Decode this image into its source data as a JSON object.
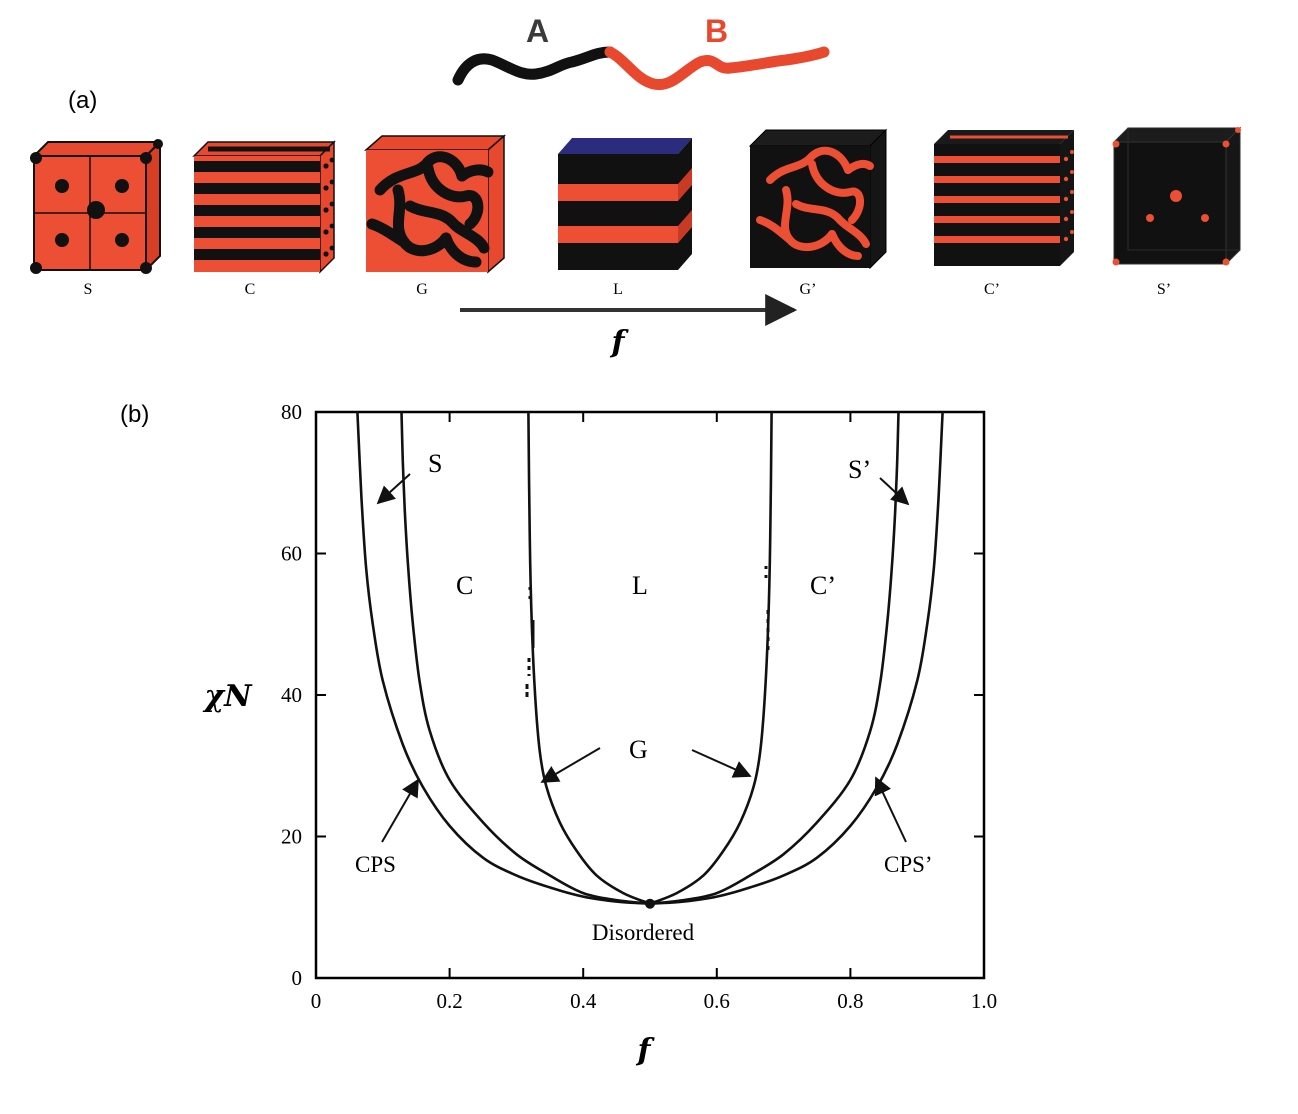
{
  "panel_a": {
    "label": "(a)",
    "chain": {
      "block_a": "A",
      "block_b": "B",
      "color_a": "#111111",
      "color_b": "#e8482e"
    },
    "phases": [
      {
        "id": "S",
        "label": "S",
        "type": "spheres",
        "matrix": "red",
        "dispersed": "black"
      },
      {
        "id": "C",
        "label": "C",
        "type": "cylinders",
        "matrix": "red",
        "dispersed": "black"
      },
      {
        "id": "G",
        "label": "G",
        "type": "gyroid",
        "matrix": "red",
        "dispersed": "black"
      },
      {
        "id": "L",
        "label": "L",
        "type": "lamellae",
        "matrix": "black",
        "dispersed": "red"
      },
      {
        "id": "G2",
        "label": "G’",
        "type": "gyroid",
        "matrix": "black",
        "dispersed": "red"
      },
      {
        "id": "C2",
        "label": "C’",
        "type": "cylinders",
        "matrix": "black",
        "dispersed": "red"
      },
      {
        "id": "S2",
        "label": "S’",
        "type": "spheres",
        "matrix": "black",
        "dispersed": "red"
      }
    ],
    "arrow_label": "f"
  },
  "panel_b": {
    "label": "(b)",
    "region_labels": {
      "S": "S",
      "C": "C",
      "L": "L",
      "C2": "C’",
      "S2": "S’",
      "G": "G",
      "CPS": "CPS",
      "CPS2": "CPS’",
      "disordered": "Disordered"
    }
  },
  "chart_data": {
    "type": "line",
    "title": "",
    "xlabel": "f",
    "ylabel": "χN",
    "xlim": [
      0,
      1.0
    ],
    "ylim": [
      0,
      80
    ],
    "x_ticks": [
      "0",
      "0.2",
      "0.4",
      "0.6",
      "0.8",
      "1.0"
    ],
    "y_ticks": [
      "0",
      "20",
      "40",
      "60",
      "80"
    ],
    "critical_point": {
      "f": 0.5,
      "chiN": 10.5
    },
    "series": [
      {
        "x": [
          0.5,
          0.45,
          0.4,
          0.35,
          0.3,
          0.25,
          0.2,
          0.16,
          0.13,
          0.1,
          0.085,
          0.075,
          0.068,
          0.062
        ],
        "y": [
          10.5,
          10.8,
          11.5,
          12.8,
          14.5,
          17.0,
          21.5,
          27.0,
          33.0,
          42.0,
          50.0,
          58.0,
          68.0,
          80.0
        ]
      },
      {
        "x": [
          0.5,
          0.45,
          0.4,
          0.35,
          0.3,
          0.25,
          0.2,
          0.17,
          0.155,
          0.145,
          0.138,
          0.133,
          0.13,
          0.128
        ],
        "y": [
          10.5,
          11.0,
          12.0,
          14.5,
          17.5,
          22.0,
          28.0,
          35.0,
          42.0,
          50.0,
          58.0,
          66.0,
          73.0,
          80.0
        ]
      },
      {
        "x": [
          0.5,
          0.46,
          0.42,
          0.39,
          0.365,
          0.345,
          0.335,
          0.328,
          0.323,
          0.32,
          0.318
        ],
        "y": [
          10.5,
          12.0,
          14.5,
          18.0,
          22.0,
          27.0,
          32.0,
          40.0,
          50.0,
          62.0,
          80.0
        ]
      },
      {
        "x": [
          0.5,
          0.54,
          0.58,
          0.61,
          0.635,
          0.655,
          0.665,
          0.672,
          0.677,
          0.68,
          0.682
        ],
        "y": [
          10.5,
          12.0,
          14.5,
          18.0,
          22.0,
          27.0,
          32.0,
          40.0,
          50.0,
          62.0,
          80.0
        ]
      },
      {
        "x": [
          0.5,
          0.55,
          0.6,
          0.65,
          0.7,
          0.75,
          0.8,
          0.83,
          0.845,
          0.855,
          0.862,
          0.867,
          0.87,
          0.872
        ],
        "y": [
          10.5,
          11.0,
          12.0,
          14.5,
          17.5,
          22.0,
          28.0,
          35.0,
          42.0,
          50.0,
          58.0,
          66.0,
          73.0,
          80.0
        ]
      },
      {
        "x": [
          0.5,
          0.55,
          0.6,
          0.65,
          0.7,
          0.75,
          0.8,
          0.84,
          0.87,
          0.9,
          0.915,
          0.925,
          0.932,
          0.938
        ],
        "y": [
          10.5,
          10.8,
          11.5,
          12.8,
          14.5,
          17.0,
          21.5,
          27.0,
          33.0,
          42.0,
          50.0,
          58.0,
          68.0,
          80.0
        ]
      }
    ]
  }
}
